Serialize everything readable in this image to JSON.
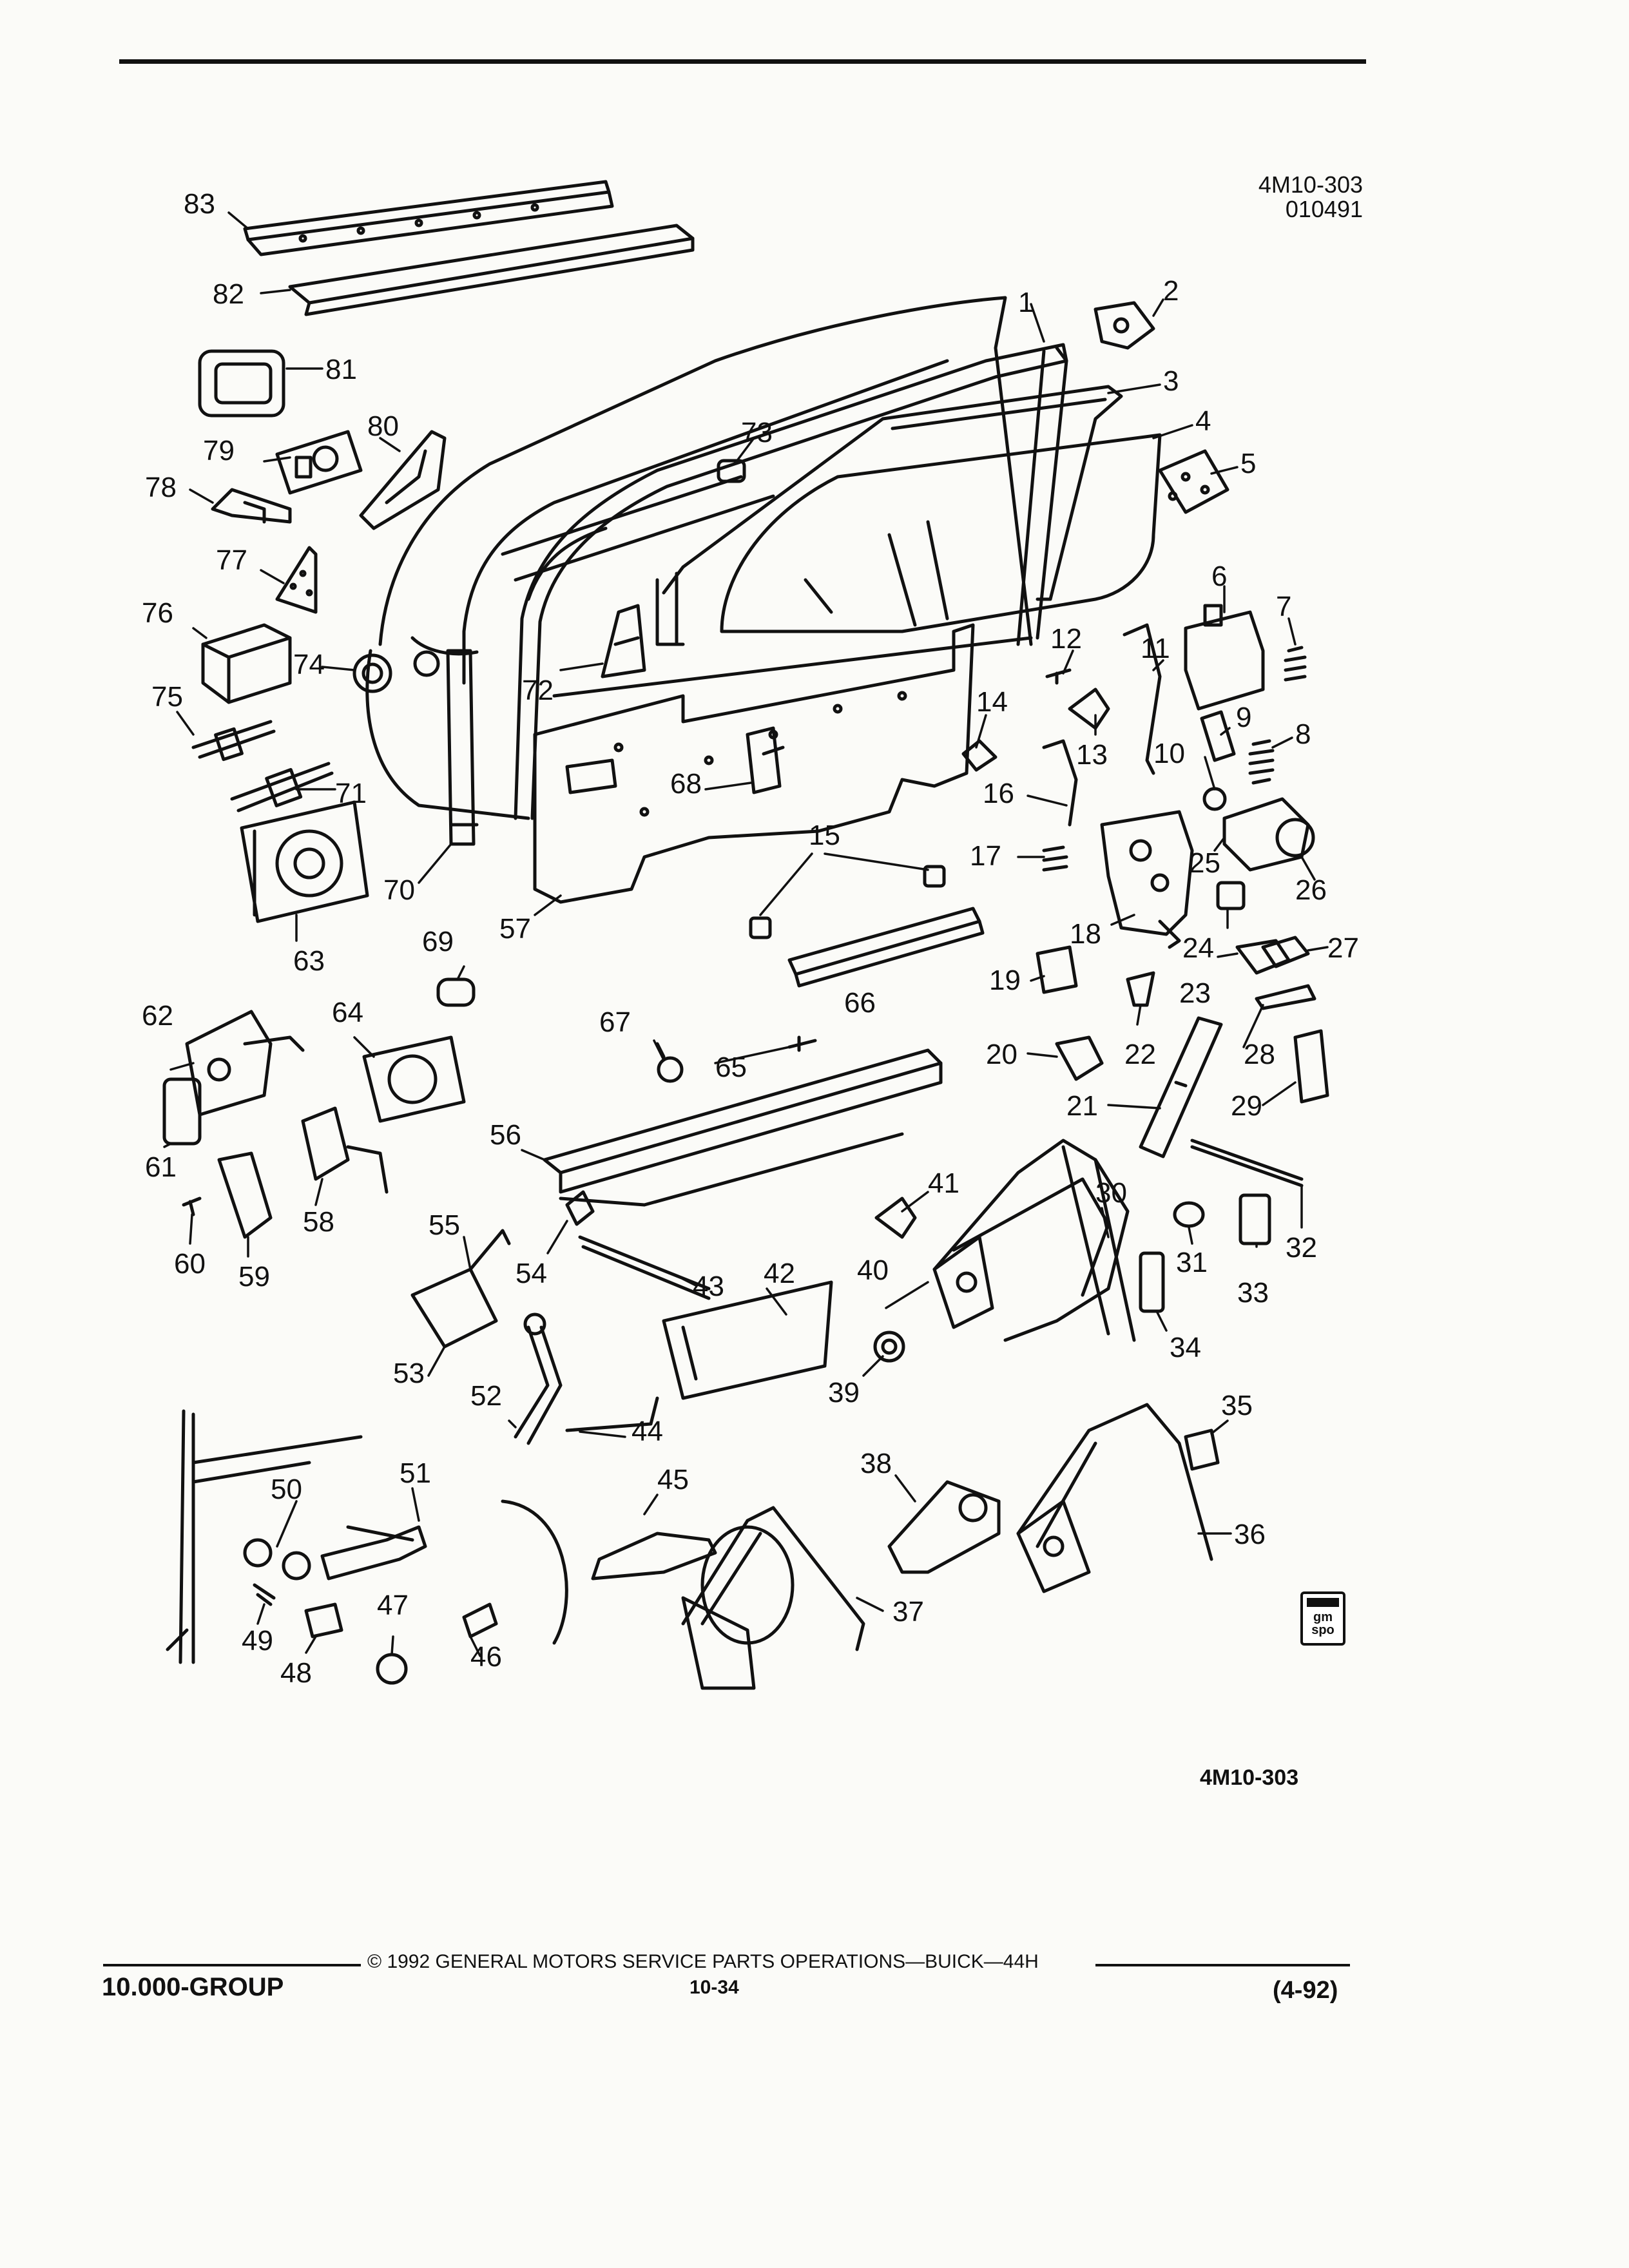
{
  "header": {
    "code_line1": "4M10-303",
    "code_line2": "010491"
  },
  "diagram": {
    "labels": [
      "1",
      "2",
      "3",
      "4",
      "5",
      "6",
      "7",
      "8",
      "9",
      "10",
      "11",
      "12",
      "13",
      "14",
      "15",
      "16",
      "17",
      "18",
      "19",
      "20",
      "21",
      "22",
      "23",
      "24",
      "25",
      "26",
      "27",
      "28",
      "29",
      "30",
      "31",
      "32",
      "33",
      "34",
      "35",
      "36",
      "37",
      "38",
      "39",
      "40",
      "41",
      "42",
      "43",
      "44",
      "45",
      "46",
      "47",
      "48",
      "49",
      "50",
      "51",
      "52",
      "53",
      "54",
      "55",
      "56",
      "57",
      "58",
      "59",
      "60",
      "61",
      "62",
      "63",
      "64",
      "65",
      "66",
      "67",
      "68",
      "69",
      "70",
      "71",
      "72",
      "73",
      "74",
      "75",
      "76",
      "77",
      "78",
      "79",
      "80",
      "81",
      "82",
      "83"
    ],
    "figure_ref": "4M10-303",
    "badge_text": "gm spo"
  },
  "footer": {
    "group": "10.000-GROUP",
    "copyright": "© 1992 GENERAL MOTORS SERVICE PARTS OPERATIONS—BUICK—44H",
    "page_number": "10-34",
    "date_code": "(4-92)"
  },
  "colors": {
    "ink": "#111111",
    "paper": "#fbfbf8"
  }
}
